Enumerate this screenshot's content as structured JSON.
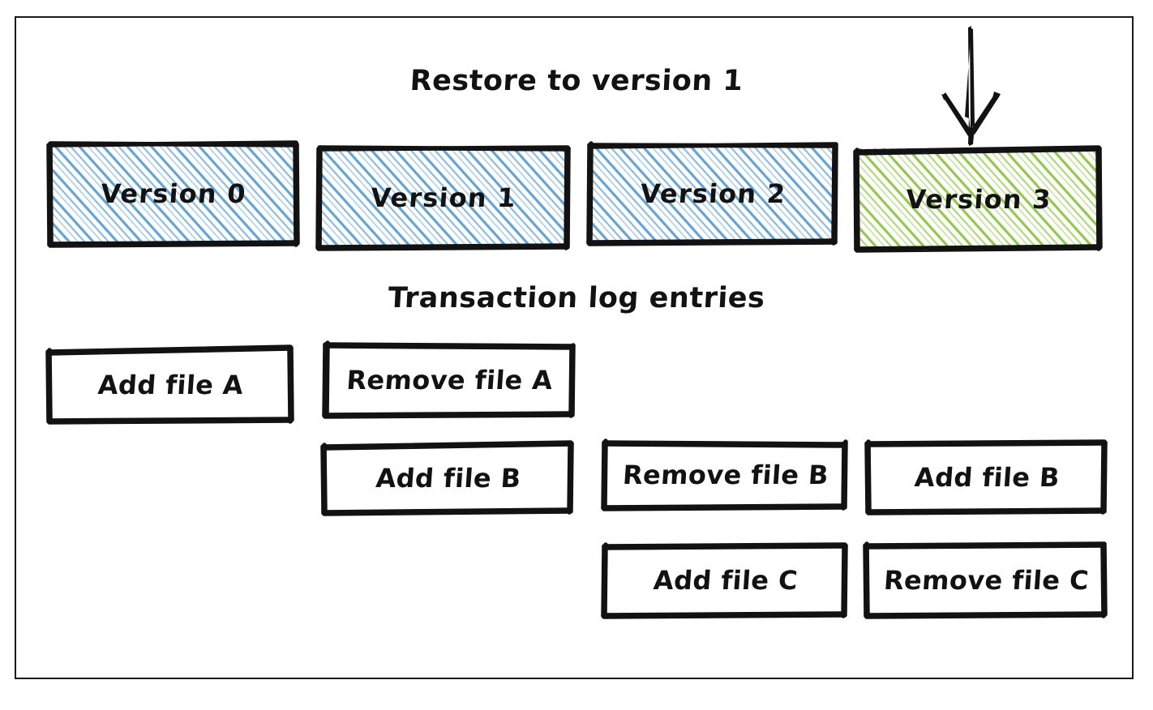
{
  "diagram": {
    "title": "Restore to version 1",
    "section_label": "Transaction log entries",
    "colors": {
      "hatch_blue": "#5a9fd4",
      "hatch_green": "#8cc63f",
      "stroke_black": "#121212",
      "background": "#ffffff"
    },
    "arrow": {
      "name": "down-arrow-to-version-3",
      "direction": "down",
      "points_to": "Version 3"
    },
    "versions": [
      {
        "label": "Version 0",
        "hatch": "blue",
        "state": "past"
      },
      {
        "label": "Version 1",
        "hatch": "blue",
        "state": "restore-target"
      },
      {
        "label": "Version 2",
        "hatch": "blue",
        "state": "past"
      },
      {
        "label": "Version 3",
        "hatch": "green",
        "state": "current"
      }
    ],
    "log_columns": [
      {
        "version": "Version 0",
        "entries": [
          "Add file A"
        ]
      },
      {
        "version": "Version 1",
        "entries": [
          "Remove file A",
          "Add file B"
        ]
      },
      {
        "version": "Version 2",
        "entries": [
          "Remove file B",
          "Add file C"
        ]
      },
      {
        "version": "Version 3",
        "entries": [
          "Add file B",
          "Remove file C"
        ]
      }
    ],
    "log_entries_flat": [
      {
        "row": 1,
        "col": 1,
        "text": "Add file A"
      },
      {
        "row": 1,
        "col": 2,
        "text": "Remove file A"
      },
      {
        "row": 2,
        "col": 2,
        "text": "Add file B"
      },
      {
        "row": 2,
        "col": 3,
        "text": "Remove file B"
      },
      {
        "row": 2,
        "col": 4,
        "text": "Add file B"
      },
      {
        "row": 3,
        "col": 3,
        "text": "Add file C"
      },
      {
        "row": 3,
        "col": 4,
        "text": "Remove file C"
      }
    ]
  }
}
